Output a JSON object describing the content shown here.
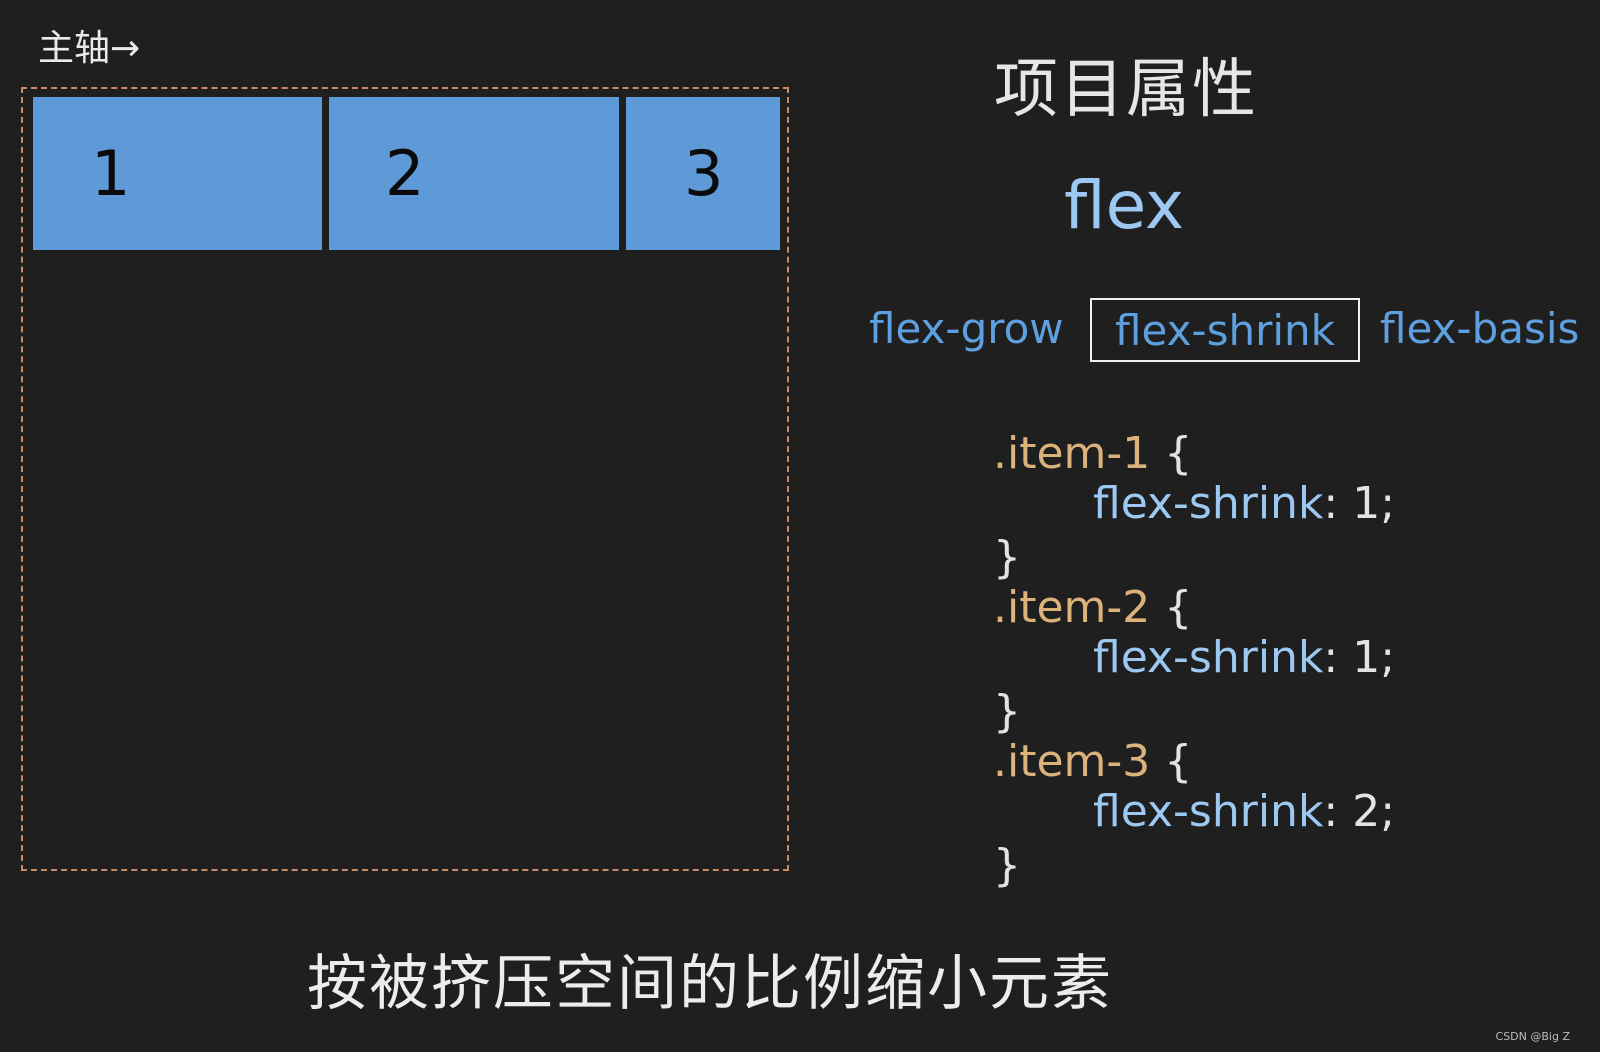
{
  "demo": {
    "axis_label": "主轴→",
    "items": [
      "1",
      "2",
      "3"
    ]
  },
  "panel": {
    "heading": "项目属性",
    "subheading": "flex",
    "tabs": [
      "flex-grow",
      "flex-shrink",
      "flex-basis"
    ],
    "code": [
      {
        "selector": ".item-1",
        "open": " {",
        "property": "flex-shrink",
        "value": ": 1;",
        "close": "}"
      },
      {
        "selector": ".item-2",
        "open": " {",
        "property": "flex-shrink",
        "value": ": 1;",
        "close": "}"
      },
      {
        "selector": ".item-3",
        "open": " {",
        "property": "flex-shrink",
        "value": ": 2;",
        "close": "}"
      }
    ]
  },
  "caption": "按被挤压空间的比例缩小元素",
  "watermark": "CSDN @Big Z",
  "colors": {
    "background": "#1f1f1f",
    "item_fill": "#5f9ad8",
    "container_border": "#c98b65",
    "selector": "#dbb27a",
    "property": "#9cc8f2",
    "tab_text": "#5ea0df"
  }
}
